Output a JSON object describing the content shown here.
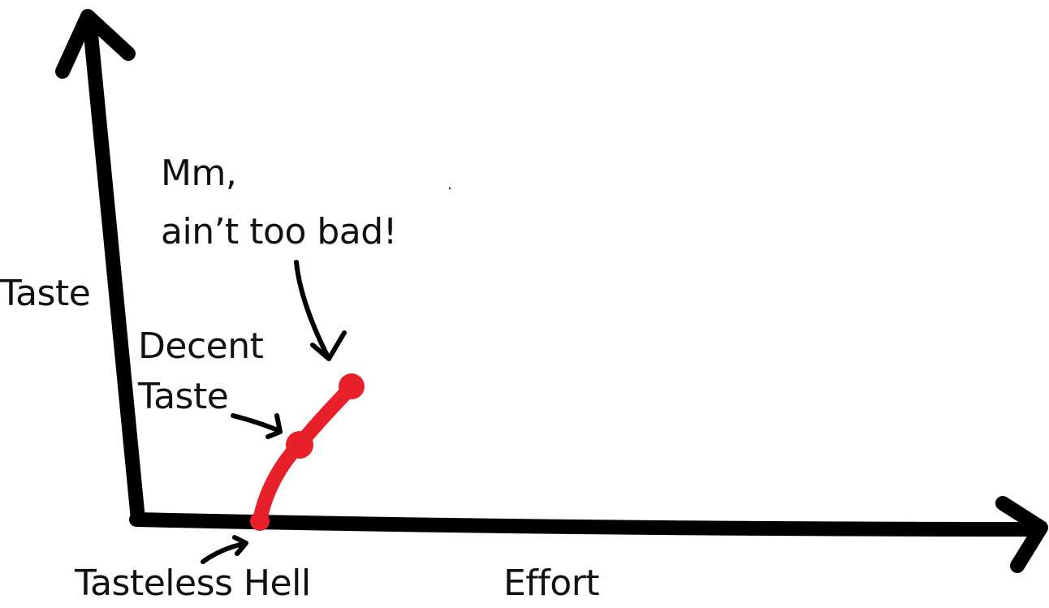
{
  "axes": {
    "y_label": "Taste",
    "x_label": "Effort"
  },
  "annotations": {
    "tasteless": "Tasteless Hell",
    "decent_line1": "Decent",
    "decent_line2": "Taste",
    "mm_line1": "Mm,",
    "mm_line2": "ain’t too bad!"
  },
  "colors": {
    "axis": "#000000",
    "curve": "#e8202a",
    "arrow": "#000000"
  }
}
